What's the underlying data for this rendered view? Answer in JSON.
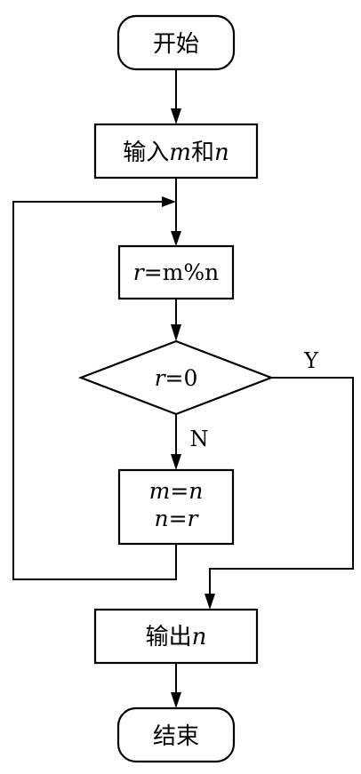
{
  "nodes": {
    "start": {
      "label": "开始"
    },
    "input": {
      "prefix": "输入",
      "var1": "m",
      "mid": "和",
      "var2": "n"
    },
    "compute": {
      "var": "r",
      "expr": "=m%n"
    },
    "decision": {
      "var": "r",
      "expr": "=0"
    },
    "assign": {
      "line1": {
        "lhs": "m",
        "op": "=",
        "rhs": "n"
      },
      "line2": {
        "lhs": "n",
        "op": "=",
        "rhs": "r"
      }
    },
    "output": {
      "prefix": "输出",
      "var": "n"
    },
    "end": {
      "label": "结束"
    }
  },
  "branches": {
    "yes": "Y",
    "no": "N"
  }
}
